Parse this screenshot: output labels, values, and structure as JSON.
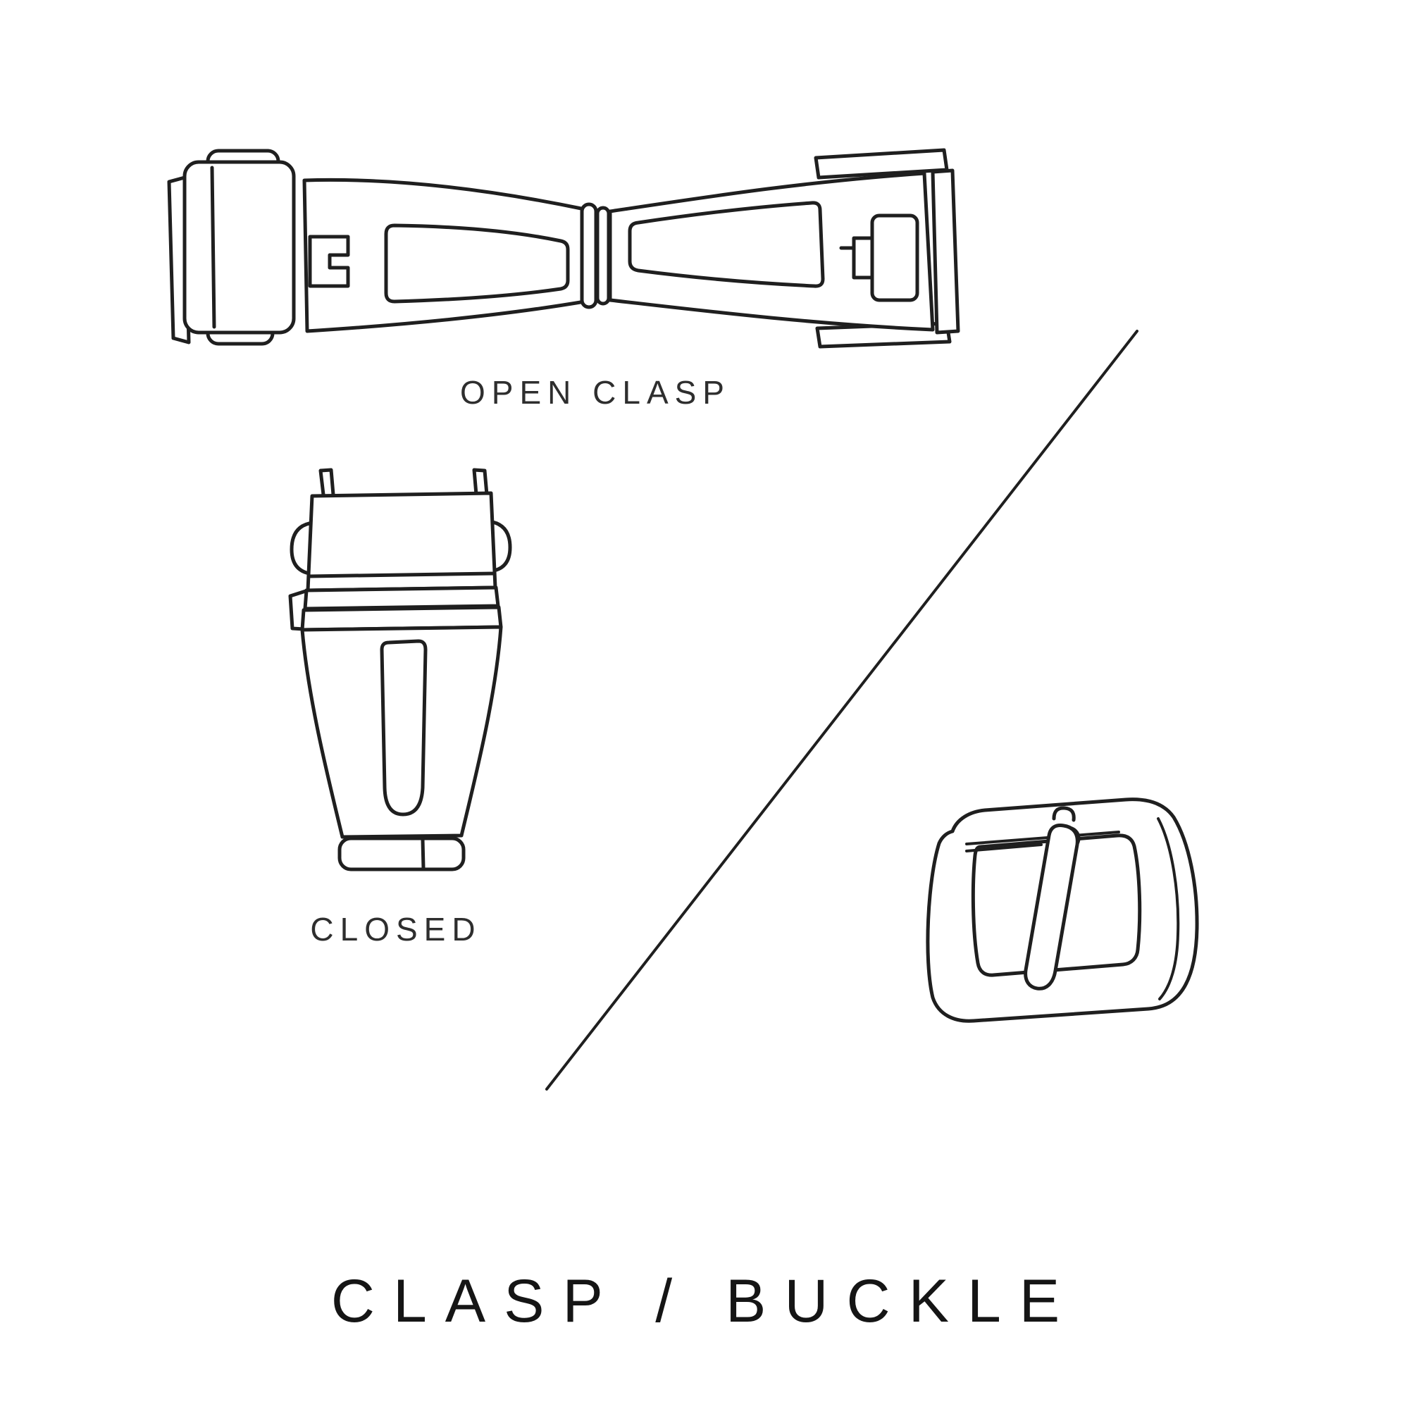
{
  "theme": {
    "background": "#ffffff",
    "line_color": "#1f1f1f",
    "text_color": "#2e2e2e",
    "title_color": "#151515"
  },
  "captions": {
    "open_clasp": "OPEN CLASP",
    "closed": "CLOSED"
  },
  "title": "CLASP / BUCKLE"
}
